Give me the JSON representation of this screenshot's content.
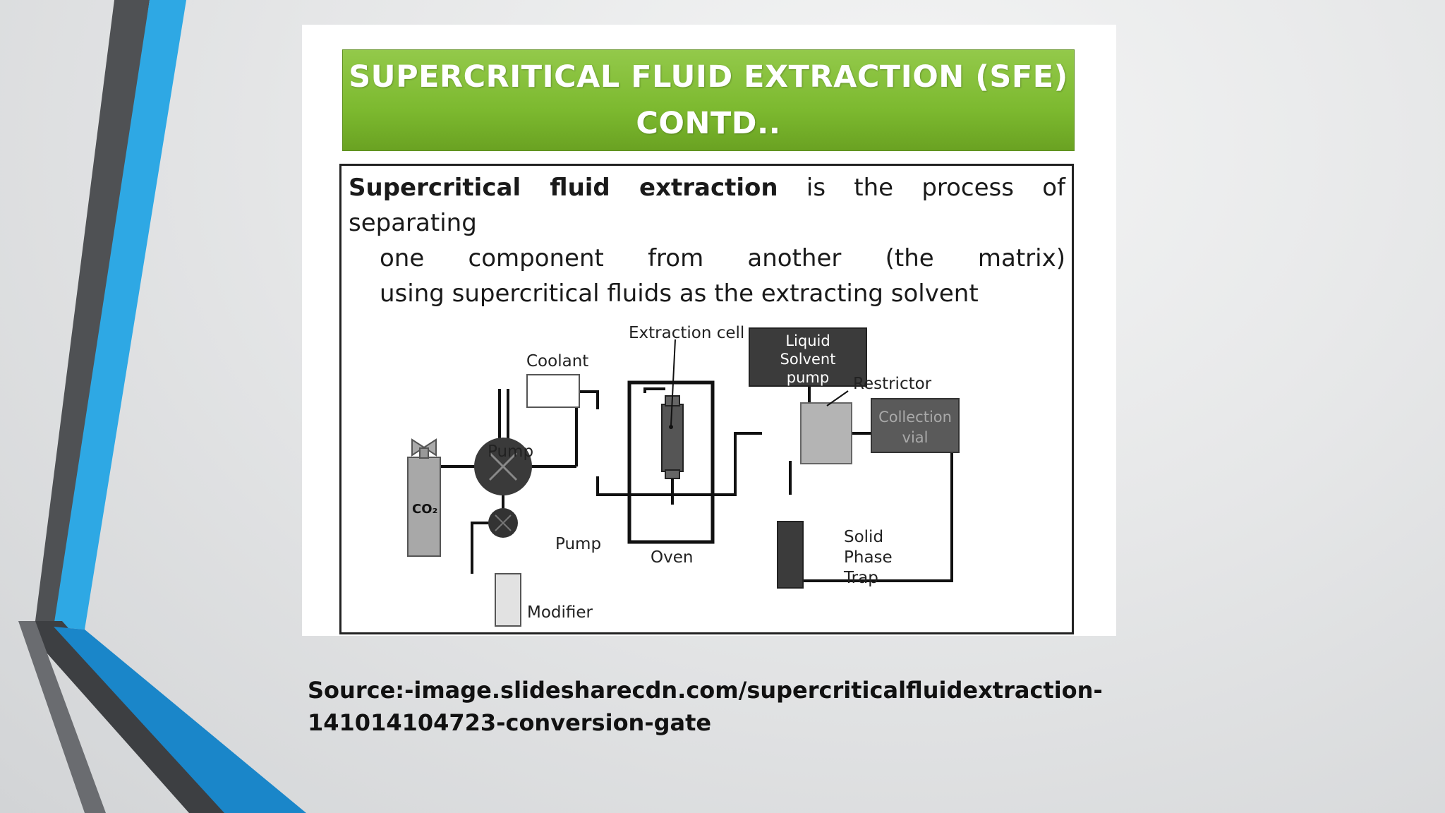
{
  "slide": {
    "title_line1": "SUPERCRITICAL FLUID EXTRACTION (SFE)",
    "title_line2": "CONTD..",
    "definition_bold": "Supercritical fluid extraction",
    "definition_line1_rest": " is the process of separating",
    "definition_line2": "one component from another (the matrix)",
    "definition_line3": "using supercritical fluids as the extracting solvent"
  },
  "diagram": {
    "labels": {
      "coolant": "Coolant",
      "extraction_cell": "Extraction cell",
      "liquid_solvent_pump_1": "Liquid",
      "liquid_solvent_pump_2": "Solvent",
      "liquid_solvent_pump_3": "pump",
      "restrictor": "Restrictor",
      "collection_vial_1": "Collection",
      "collection_vial_2": "vial",
      "pump_main": "Pump",
      "co2": "CO₂",
      "pump_modifier": "Pump",
      "oven": "Oven",
      "solid_phase_trap_1": "Solid",
      "solid_phase_trap_2": "Phase",
      "solid_phase_trap_3": "Trap",
      "modifier": "Modifier"
    }
  },
  "source": {
    "line1": "Source:-image.slidesharecdn.com/supercriticalfluidextraction-",
    "line2": "141014104723-conversion-gate"
  },
  "colors": {
    "title_green": "#7cb92f",
    "accent_blue": "#2ea8e4",
    "accent_dark_blue": "#1583c6",
    "accent_gray": "#505255"
  }
}
